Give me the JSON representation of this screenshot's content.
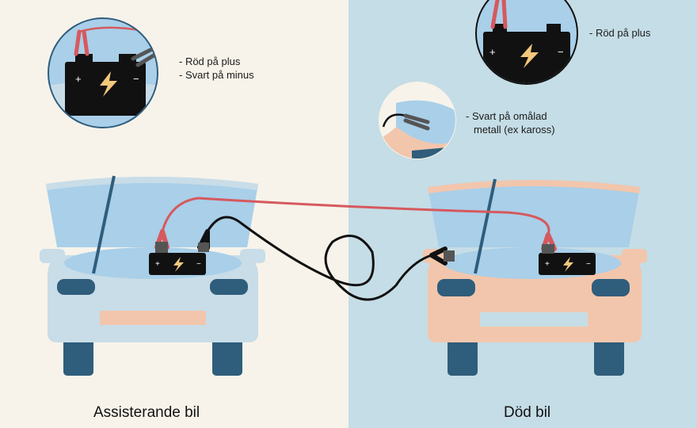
{
  "colors": {
    "left_bg": "#f7f3ea",
    "right_bg": "#c5dde6",
    "assist_car": "#c8dde8",
    "dead_car": "#f2c6ac",
    "hood": "#a9cfe9",
    "dark_blue": "#2f5d7c",
    "battery": "#111111",
    "bolt": "#f2c87b",
    "red_cable": "#d6595d",
    "black_cable": "#111111"
  },
  "labels": {
    "assist_plus": "- Röd på plus",
    "assist_minus": "- Svart på minus",
    "dead_plus": "- Röd på plus",
    "dead_ground_line1": "- Svart på omålad",
    "dead_ground_line2": "metall (ex kaross)"
  },
  "captions": {
    "assist_car": "Assisterande bil",
    "dead_car": "Död bil"
  },
  "battery_marks": {
    "plus": "+",
    "minus": "−"
  },
  "icons": [
    "lightning-bolt-icon",
    "battery-icon",
    "jumper-clamp-icon"
  ]
}
